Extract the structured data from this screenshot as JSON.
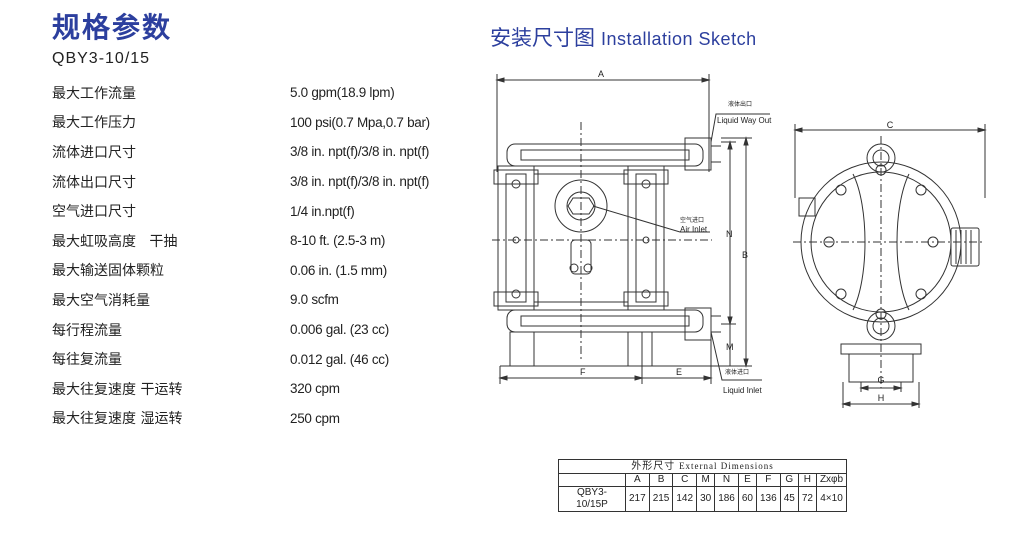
{
  "spec_title": "规格参数",
  "model": "QBY3-10/15",
  "specs": [
    {
      "label": "最大工作流量",
      "value": "5.0 gpm(18.9 lpm)"
    },
    {
      "label": "最大工作压力",
      "value": "100 psi(0.7 Mpa,0.7 bar)"
    },
    {
      "label": "流体进口尺寸",
      "value": "3/8 in. npt(f)/3/8 in. npt(f)"
    },
    {
      "label": "流体出口尺寸",
      "value": "3/8 in. npt(f)/3/8 in. npt(f)"
    },
    {
      "label": "空气进口尺寸",
      "value": "1/4 in.npt(f)"
    },
    {
      "label": "最大虹吸高度   干抽",
      "value": "8-10 ft. (2.5-3 m)"
    },
    {
      "label": "最大输送固体颗粒",
      "value": "0.06 in. (1.5 mm)"
    },
    {
      "label": "最大空气消耗量",
      "value": "9.0 scfm"
    },
    {
      "label": "每行程流量",
      "value": "0.006 gal. (23 cc)"
    },
    {
      "label": "每往复流量",
      "value": "0.012 gal. (46 cc)"
    },
    {
      "label": "最大往复速度 干运转",
      "value": "320 cpm"
    },
    {
      "label": "最大往复速度 湿运转",
      "value": "250 cpm"
    }
  ],
  "sketch": {
    "title_cn": "安装尺寸图",
    "title_en": "Installation Sketch",
    "labels": {
      "a": "A",
      "b": "B",
      "c": "C",
      "n": "N",
      "m": "M",
      "f": "F",
      "e": "E",
      "g": "G",
      "h": "H",
      "liquid_out_cn": "液体出口",
      "liquid_out": "Liquid Way Out",
      "air_inlet_cn": "空气进口",
      "air_inlet": "Air Inlet",
      "liquid_in_cn": "液体进口",
      "liquid_in": "Liquid Inlet"
    }
  },
  "dimensions_table": {
    "caption_cn": "外形尺寸",
    "caption_en": "External Dimensions",
    "headers": [
      "A",
      "B",
      "C",
      "M",
      "N",
      "E",
      "F",
      "G",
      "H",
      "Zxφb"
    ],
    "row_label": "QBY3-10/15P",
    "values": [
      "217",
      "215",
      "142",
      "30",
      "186",
      "60",
      "136",
      "45",
      "72",
      "4×10"
    ]
  }
}
